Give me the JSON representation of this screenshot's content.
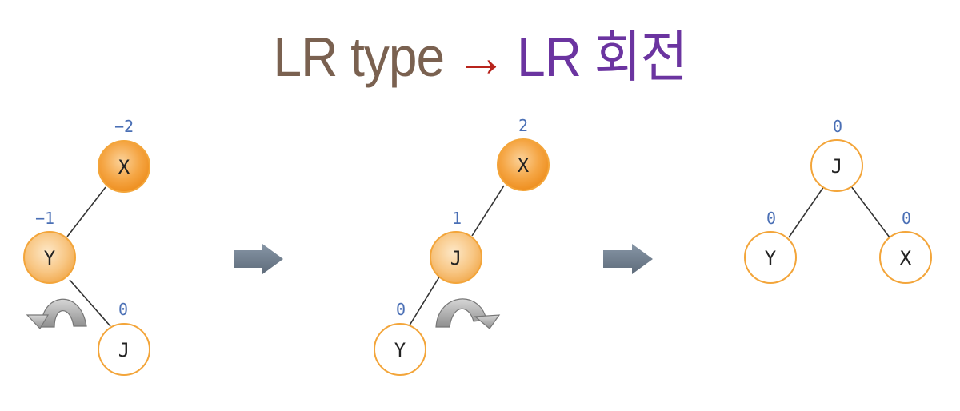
{
  "title": {
    "left": "LR type",
    "arrow": "→",
    "right": "LR 회전"
  },
  "colors": {
    "title_left": "#7a6150",
    "title_arrow": "#b8241c",
    "title_right": "#6b34a0",
    "node_border": "#f3a53a",
    "node_fill_hot": "#f29a2e",
    "node_fill_warm": "#f8c27a",
    "node_fill_plain": "#ffffff",
    "balance_text": "#4a6fb5",
    "step_arrow": "#6d7b8c",
    "rotation_arrow": "#b0b0b0"
  },
  "stage1": {
    "x": {
      "label": "X",
      "balance": "−2"
    },
    "y": {
      "label": "Y",
      "balance": "−1"
    },
    "j": {
      "label": "J",
      "balance": "0"
    }
  },
  "stage2": {
    "x": {
      "label": "X",
      "balance": "2"
    },
    "j": {
      "label": "J",
      "balance": "1"
    },
    "y": {
      "label": "Y",
      "balance": "0"
    }
  },
  "stage3": {
    "j": {
      "label": "J",
      "balance": "0"
    },
    "y": {
      "label": "Y",
      "balance": "0"
    },
    "x": {
      "label": "X",
      "balance": "0"
    }
  },
  "icons": {
    "step_arrow": "right-arrow-icon",
    "rotate_left": "rotate-counterclockwise-icon",
    "rotate_right": "rotate-clockwise-icon"
  }
}
